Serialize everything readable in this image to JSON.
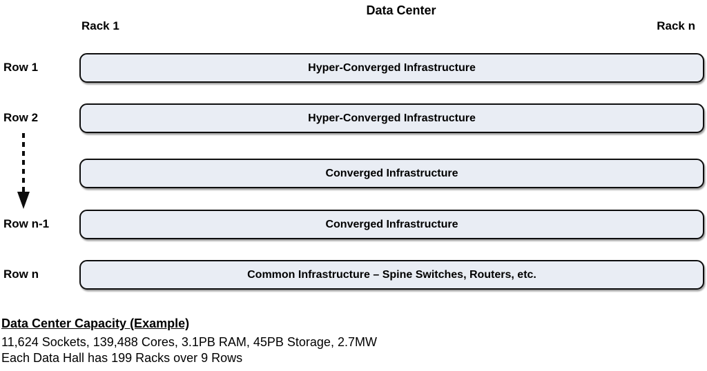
{
  "diagram": {
    "title": "Data Center",
    "rack_first_label": "Rack 1",
    "rack_last_label": "Rack n"
  },
  "rows": [
    {
      "label": "Row 1",
      "box_label": "Hyper-Converged Infrastructure"
    },
    {
      "label": "Row 2",
      "box_label": "Hyper-Converged Infrastructure"
    },
    {
      "label": "",
      "box_label": "Converged Infrastructure"
    },
    {
      "label": "Row n-1",
      "box_label": "Converged Infrastructure"
    },
    {
      "label": "Row n",
      "box_label": "Common Infrastructure – Spine Switches, Routers, etc."
    }
  ],
  "icons": {
    "rows_continuation": "dashed-down-arrow"
  },
  "colors": {
    "box_fill": "#e9edf4",
    "box_border": "#0d0d0d",
    "text": "#000000"
  },
  "footer": {
    "heading": "Data Center Capacity (Example)",
    "capacity_line": "11,624 Sockets, 139,488 Cores, 3.1PB RAM, 45PB Storage, 2.7MW",
    "racks_line": "Each Data Hall has 199 Racks over 9 Rows"
  }
}
